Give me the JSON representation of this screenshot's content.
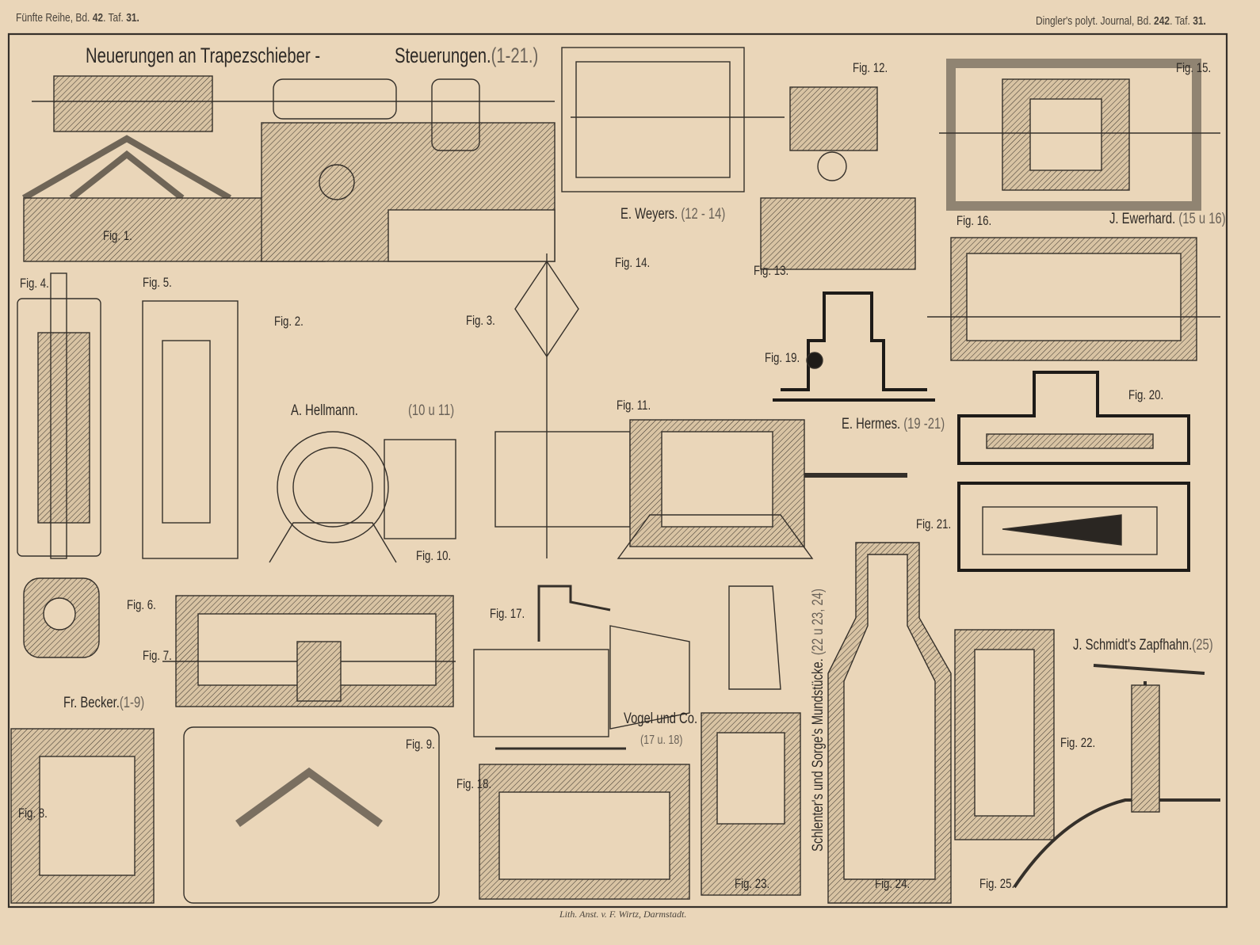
{
  "header": {
    "left": {
      "series": "Fünfte Reihe, Bd.",
      "vol": "42",
      "taf_label": ". Taf.",
      "taf": "31."
    },
    "right": {
      "journal": "Dingler's polyt. Journal, Bd.",
      "vol": "242",
      "taf_label": ". Taf.",
      "taf": "31."
    }
  },
  "title": {
    "part1": "Neuerungen an Trapezschieber -",
    "part2": "Steuerungen.",
    "range": "(1-21.)"
  },
  "figures": {
    "f1": "Fig. 1.",
    "f2": "Fig. 2.",
    "f3": "Fig. 3.",
    "f4": "Fig. 4.",
    "f5": "Fig. 5.",
    "f6": "Fig. 6.",
    "f7": "Fig. 7.",
    "f8": "Fig. 8.",
    "f9": "Fig. 9.",
    "f10": "Fig. 10.",
    "f11": "Fig. 11.",
    "f12": "Fig. 12.",
    "f13": "Fig. 13.",
    "f14": "Fig. 14.",
    "f15": "Fig. 15.",
    "f16": "Fig. 16.",
    "f17": "Fig. 17.",
    "f18": "Fig. 18.",
    "f19": "Fig. 19.",
    "f20": "Fig. 20.",
    "f21": "Fig. 21.",
    "f22": "Fig. 22.",
    "f23": "Fig. 23.",
    "f24": "Fig. 24.",
    "f25": "Fig. 25."
  },
  "inventors": {
    "hellmann": {
      "name": "A. Hellmann.",
      "range": "(10 u 11)"
    },
    "weyers": {
      "name": "E. Weyers.",
      "range": "(12 - 14)"
    },
    "ewerhard": {
      "name": "J. Ewerhard.",
      "range": "(15 u 16)"
    },
    "hermes": {
      "name": "E. Hermes.",
      "range": "(19 -21)"
    },
    "schmidt": {
      "name": "J. Schmidt's Zapfhahn.",
      "range": "(25)"
    },
    "becker": {
      "name": "Fr. Becker.",
      "range": "(1-9)"
    },
    "vogel": {
      "name": "Vogel und Co.",
      "range": "(17 u. 18)"
    },
    "schlenter": {
      "name": "Schlenter's und Sorge's Mundstücke.",
      "range": "(22 u 23, 24)"
    }
  },
  "footer": "Lith. Anst. v. F. Wirtz, Darmstadt."
}
